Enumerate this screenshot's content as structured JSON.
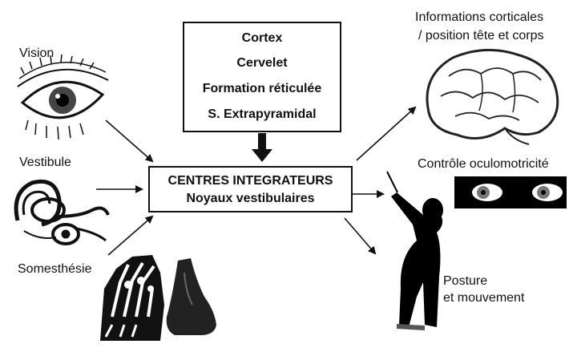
{
  "inputs": {
    "vision": "Vision",
    "vestibule": "Vestibule",
    "somesthesie": "Somesthésie"
  },
  "top_box": {
    "lines": [
      "Cortex",
      "Cervelet",
      "Formation réticulée",
      "S. Extrapyramidal"
    ]
  },
  "center_box": {
    "line1": "CENTRES INTEGRATEURS",
    "line2": "Noyaux vestibulaires"
  },
  "outputs": {
    "cortical_line1": "Informations corticales",
    "cortical_line2": "/ position tête et corps",
    "oculo": "Contrôle oculomotricité",
    "posture_line1": "Posture",
    "posture_line2": "et mouvement"
  },
  "icons": [
    "eye-icon",
    "inner-ear-icon",
    "hand-icon",
    "foot-icon",
    "brain-icon",
    "eyes-icon",
    "golfer-icon"
  ]
}
